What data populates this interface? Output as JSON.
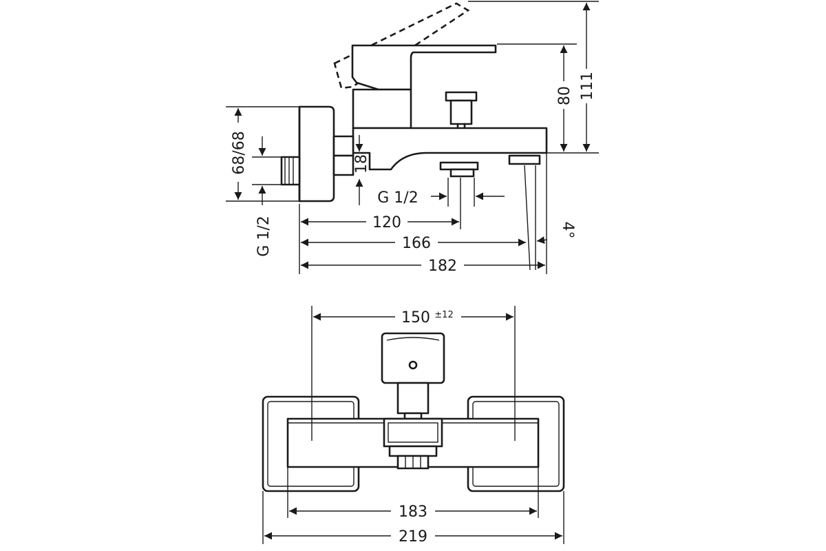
{
  "side_view": {
    "dims": {
      "height_total": "111",
      "height_spout": "80",
      "connection_height": "68/68",
      "thread_left": "G 1/2",
      "spout_thickness": "18",
      "thread_bottom": "G 1/2",
      "spout_angle": "4°",
      "len_120": "120",
      "len_166": "166",
      "len_182": "182"
    }
  },
  "top_view": {
    "dims": {
      "centres": "150",
      "centres_tol": "±12",
      "len_183": "183",
      "len_219": "219"
    }
  }
}
